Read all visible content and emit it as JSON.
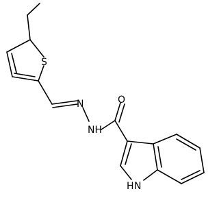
{
  "molecule": {
    "atom_labels": {
      "S": "S",
      "O": "O",
      "NH": "NH",
      "N": "N",
      "H": "H"
    },
    "colors": {
      "bond": "#000000",
      "background": "#ffffff"
    }
  }
}
